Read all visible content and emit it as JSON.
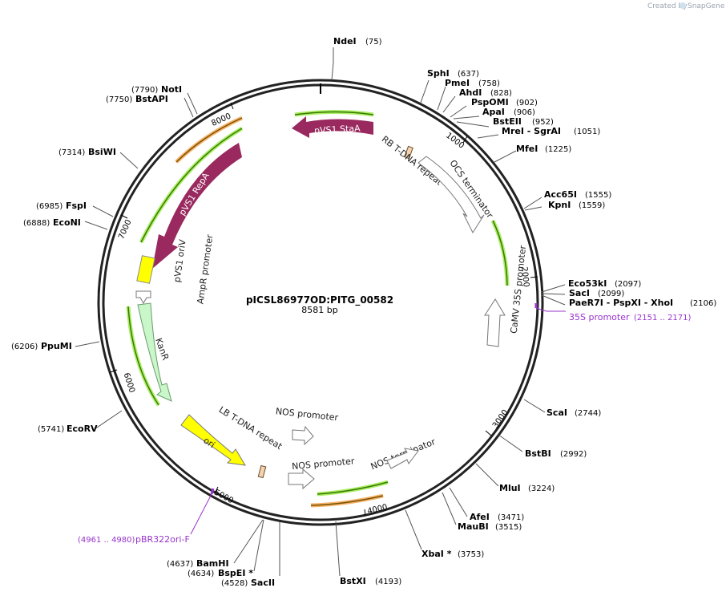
{
  "credit": {
    "prefix": "Created by",
    "brand": "SnapGene"
  },
  "plasmid": {
    "name": "pICSL86977OD:PITG_00582",
    "length": "8581 bp"
  },
  "ticks": [
    "1000",
    "2000",
    "3000",
    "4000",
    "5000",
    "6000",
    "7000",
    "8000"
  ],
  "sites": [
    {
      "name": "NdeI",
      "pos": "(75)"
    },
    {
      "name": "SphI",
      "pos": "(637)"
    },
    {
      "name": "PmeI",
      "pos": "(758)"
    },
    {
      "name": "AhdI",
      "pos": "(828)"
    },
    {
      "name": "PspOMI",
      "pos": "(902)"
    },
    {
      "name": "ApaI",
      "pos": "(906)"
    },
    {
      "name": "BstEII",
      "pos": "(952)"
    },
    {
      "name": "MreI - SgrAI",
      "pos": "(1051)"
    },
    {
      "name": "MfeI",
      "pos": "(1225)"
    },
    {
      "name": "Acc65I",
      "pos": "(1555)"
    },
    {
      "name": "KpnI",
      "pos": "(1559)"
    },
    {
      "name": "Eco53kI",
      "pos": "(2097)"
    },
    {
      "name": "SacI",
      "pos": "(2099)"
    },
    {
      "name": "PaeR7I - PspXI - XhoI",
      "pos": "(2106)"
    },
    {
      "name": "ScaI",
      "pos": "(2744)"
    },
    {
      "name": "BstBI",
      "pos": "(2992)"
    },
    {
      "name": "MluI",
      "pos": "(3224)"
    },
    {
      "name": "AfeI",
      "pos": "(3471)"
    },
    {
      "name": "MauBI",
      "pos": "(3515)"
    },
    {
      "name": "XbaI *",
      "pos": "(3753)"
    },
    {
      "name": "BstXI",
      "pos": "(4193)"
    },
    {
      "name": "SacII",
      "pos": "(4528)"
    },
    {
      "name": "BspEI *",
      "pos": "(4634)"
    },
    {
      "name": "BamHI",
      "pos": "(4637)"
    },
    {
      "name": "EcoRV",
      "pos": "(5741)"
    },
    {
      "name": "PpuMI",
      "pos": "(6206)"
    },
    {
      "name": "EcoNI",
      "pos": "(6888)"
    },
    {
      "name": "FspI",
      "pos": "(6985)"
    },
    {
      "name": "BsiWI",
      "pos": "(7314)"
    },
    {
      "name": "BstAPI",
      "pos": "(7750)"
    },
    {
      "name": "NotI",
      "pos": "(7790)"
    }
  ],
  "primers": [
    {
      "name": "35S promoter",
      "pos": "(2151 .. 2171)"
    },
    {
      "name": "pBR322ori-F",
      "pos": "(4961 .. 4980)"
    }
  ],
  "features": {
    "staA": "pVS1 StaA",
    "repA": "pVS1 RepA",
    "rb": "RB T-DNA repeat",
    "ocs": "OCS terminator",
    "oriV": "pVS1 oriV",
    "ampr": "AmpR promoter",
    "kanr": "KanR",
    "camv": "CaMV 35S promoter",
    "lb": "LB T-DNA repeat",
    "ori": "ori",
    "nosp1": "NOS promoter",
    "nosp2": "NOS promoter",
    "nost": "NOS terminator"
  },
  "colors": {
    "backbone": "#222222",
    "repA": "#99295e",
    "kanr": "#c9f7c9",
    "ori": "#ffff00",
    "primer": "#9933cc",
    "orf_green": "#aaee66",
    "orf_orange": "#f6b26b"
  }
}
